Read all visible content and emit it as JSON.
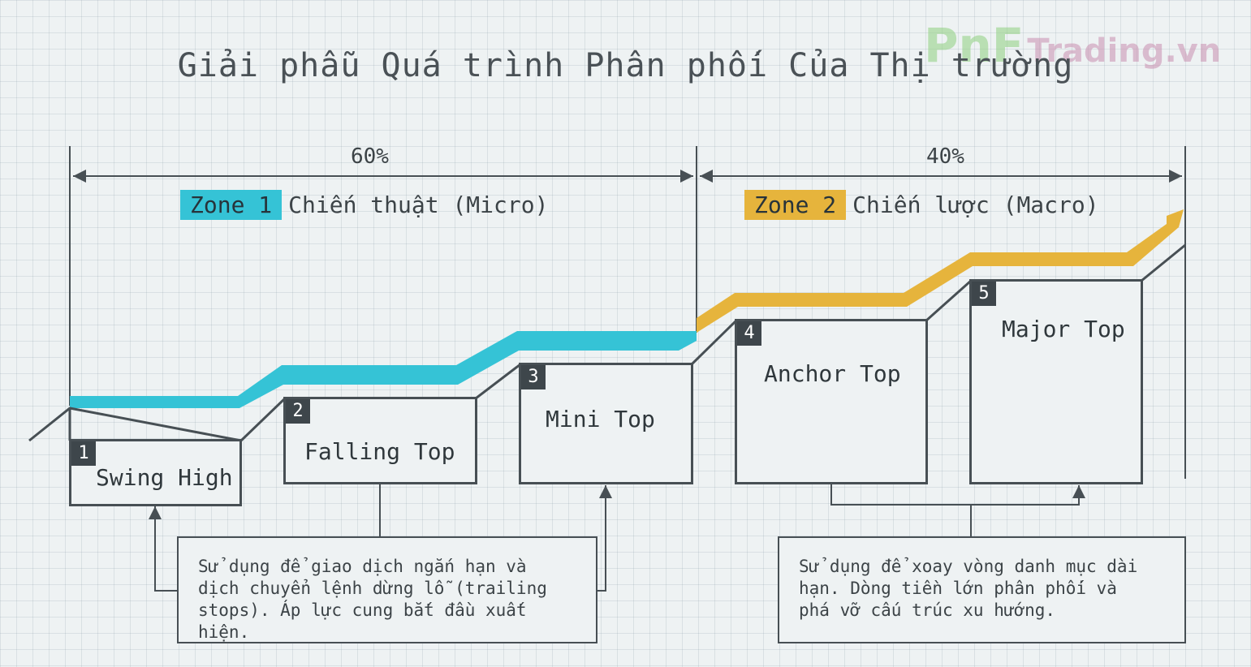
{
  "title": "Giải phẫu Quá trình Phân phối Của Thị trường",
  "watermark": {
    "brand": "PnF",
    "domain": "Trading.vn"
  },
  "split": {
    "left_percent": "60%",
    "right_percent": "40%"
  },
  "zones": [
    {
      "badge": "Zone 1",
      "label": "Chiến thuật (Micro)",
      "color": "#35c3d6"
    },
    {
      "badge": "Zone 2",
      "label": "Chiến lược (Macro)",
      "color": "#e6b43c"
    }
  ],
  "tops": [
    {
      "number": "1",
      "label": "Swing High"
    },
    {
      "number": "2",
      "label": "Falling Top"
    },
    {
      "number": "3",
      "label": "Mini Top"
    },
    {
      "number": "4",
      "label": "Anchor Top"
    },
    {
      "number": "5",
      "label": "Major Top"
    }
  ],
  "notes": [
    {
      "text": "Sử dụng để giao dịch ngắn hạn và\ndịch chuyển lệnh dừng lỗ (trailing\nstops). Áp lực cung bắt đầu xuất hiện."
    },
    {
      "text": "Sử dụng để xoay vòng danh mục dài\nhạn. Dòng tiền lớn phân phối và\nphá vỡ cấu trúc xu hướng."
    }
  ],
  "colors": {
    "line": "#474f54",
    "zone1": "#35c3d6",
    "zone2": "#e6b43c"
  }
}
